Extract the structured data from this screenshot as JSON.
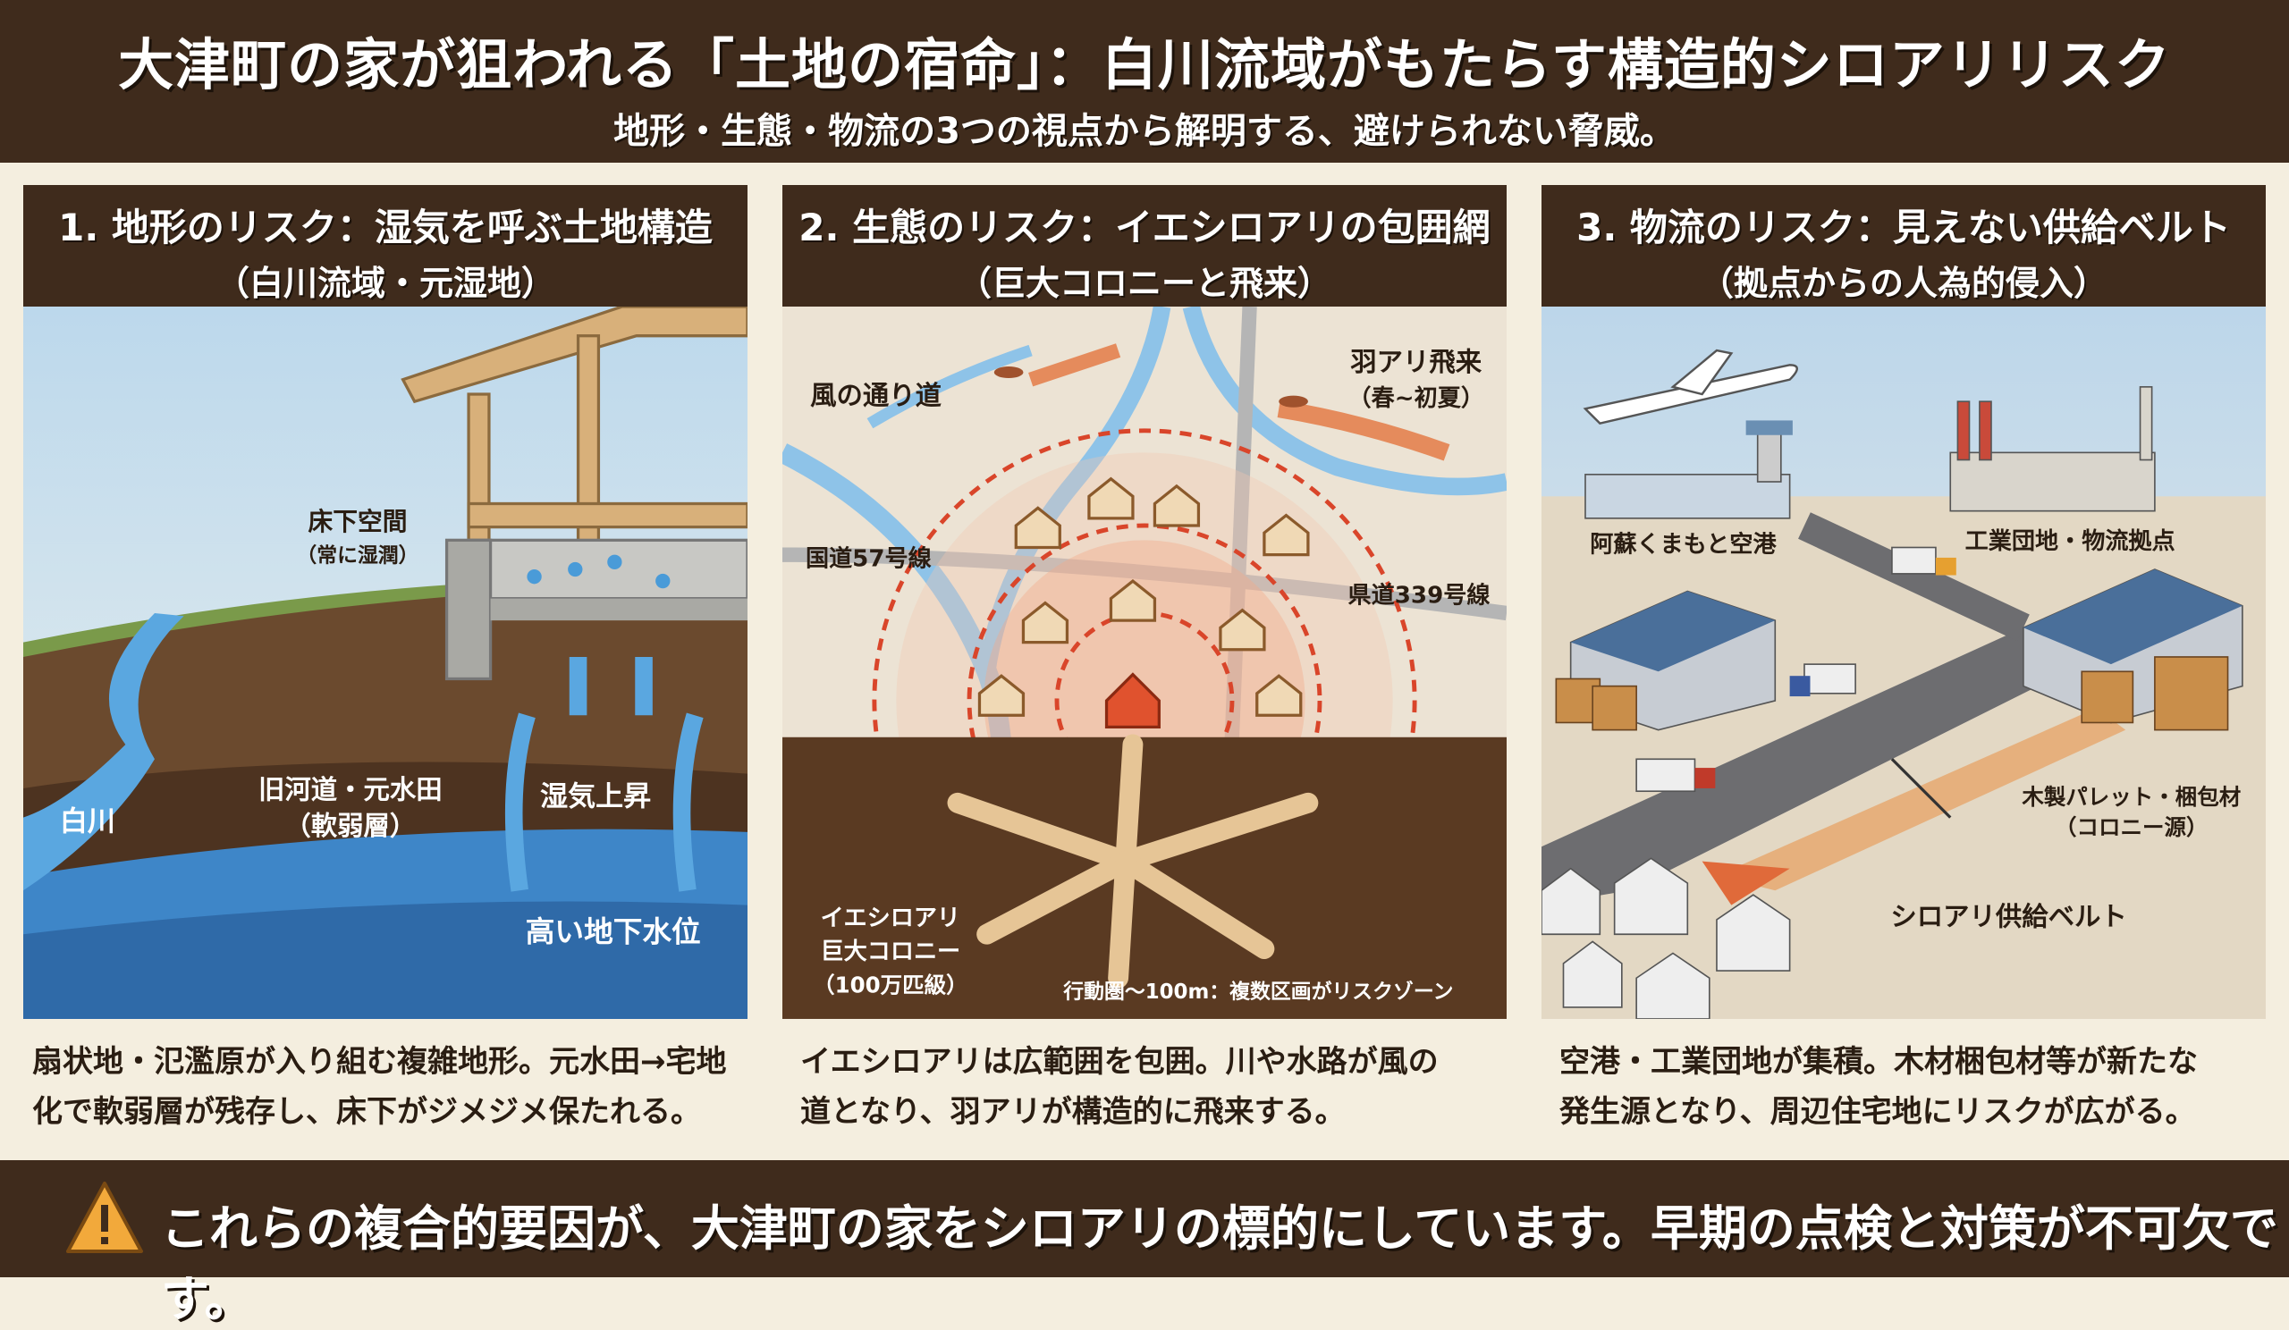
{
  "header": {
    "title": "大津町の家が狙われる「土地の宿命」：白川流域がもたらす構造的シロアリリスク",
    "subtitle": "地形・生態・物流の3つの視点から解明する、避けられない脅威。"
  },
  "panels": [
    {
      "title": "1. 地形のリスク：湿気を呼ぶ土地構造",
      "subtitle": "（白川流域・元湿地）",
      "labels": {
        "underfloor": "床下空間",
        "underfloor_note": "（常に湿潤）",
        "old_river": "旧河道・元水田",
        "old_river_note": "（軟弱層）",
        "humidity": "湿気上昇",
        "river": "白川",
        "groundwater": "高い地下水位"
      },
      "description": [
        "扇状地・氾濫原が入り組む複雑地形。元水田→宅地",
        "化で軟弱層が残存し、床下がジメジメ保たれる。"
      ]
    },
    {
      "title": "2. 生態のリスク：イエシロアリの包囲網",
      "subtitle": "（巨大コロニーと飛来）",
      "labels": {
        "wind_path": "風の通り道",
        "swarm": "羽アリ飛来",
        "swarm_note": "（春~初夏）",
        "route57": "国道57号線",
        "route339": "県道339号線",
        "colony1": "イエシロアリ",
        "colony2": "巨大コロニー",
        "colony3": "（100万匹級）",
        "range": "行動圏〜100m：複数区画がリスクゾーン"
      },
      "description": [
        "イエシロアリは広範囲を包囲。川や水路が風の",
        "道となり、羽アリが構造的に飛来する。"
      ]
    },
    {
      "title": "3. 物流のリスク：見えない供給ベルト",
      "subtitle": "（拠点からの人為的侵入）",
      "labels": {
        "airport": "阿蘇くまもと空港",
        "industrial": "工業団地・物流拠点",
        "pallet": "木製パレット・梱包材",
        "pallet_note": "（コロニー源）",
        "belt": "シロアリ供給ベルト"
      },
      "description": [
        "空港・工業団地が集積。木材梱包材等が新たな",
        "発生源となり、周辺住宅地にリスクが広がる。"
      ]
    }
  ],
  "footer": {
    "icon": "warning-icon",
    "text": "これらの複合的要因が、大津町の家をシロアリの標的にしています。早期の点検と対策が不可欠です。"
  },
  "colors": {
    "brown": "#3f2b1c",
    "cream": "#f4eedf",
    "accent_red": "#d9452a",
    "water": "#4a9bd8"
  }
}
